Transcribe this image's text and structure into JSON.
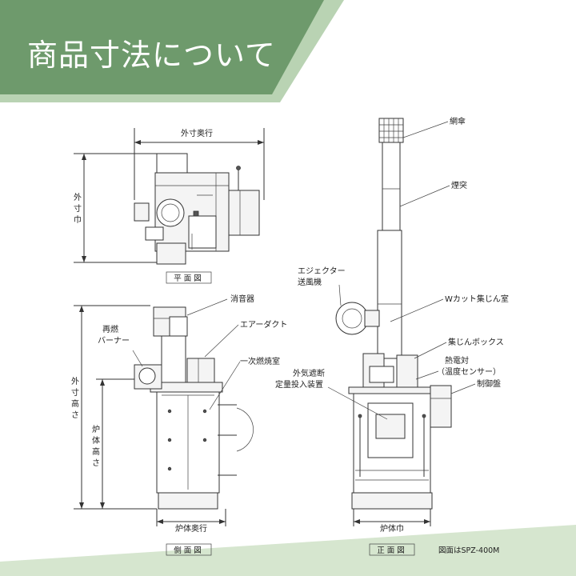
{
  "header": {
    "title": "商品寸法について"
  },
  "colors": {
    "banner_dark": "#6e9a6c",
    "banner_light": "#b9d3b3",
    "footer": "#d6e6cf"
  },
  "plan_view": {
    "caption": "平面図",
    "depth_label": "外寸奥行",
    "width_label_chars": [
      "外",
      "寸",
      "巾"
    ]
  },
  "side_view": {
    "caption": "側面図",
    "overall_height_chars": [
      "外",
      "寸",
      "高",
      "さ"
    ],
    "furnace_height_chars": [
      "炉",
      "体",
      "高",
      "さ"
    ],
    "furnace_depth_label": "炉体奥行",
    "labels": {
      "muffler": "消音器",
      "reburn_line1": "再燃",
      "reburn_line2": "バーナー",
      "air_duct": "エアーダクト",
      "primary_chamber": "一次燃焼室"
    }
  },
  "front_view": {
    "caption": "正面図",
    "width_label": "炉体巾",
    "labels": {
      "mesh_cap": "網傘",
      "chimney": "煙突",
      "ejector_line1": "エジェクター",
      "ejector_line2": "送風機",
      "w_cut": "Wカット集じん室",
      "dust_box": "集じんボックス",
      "thermo_line1": "熱電対",
      "thermo_line2": "（温度センサー）",
      "control_panel": "制御盤",
      "feeder_line1": "外気遮断",
      "feeder_line2": "定量投入装置"
    }
  },
  "note": "図面はSPZ-400M"
}
